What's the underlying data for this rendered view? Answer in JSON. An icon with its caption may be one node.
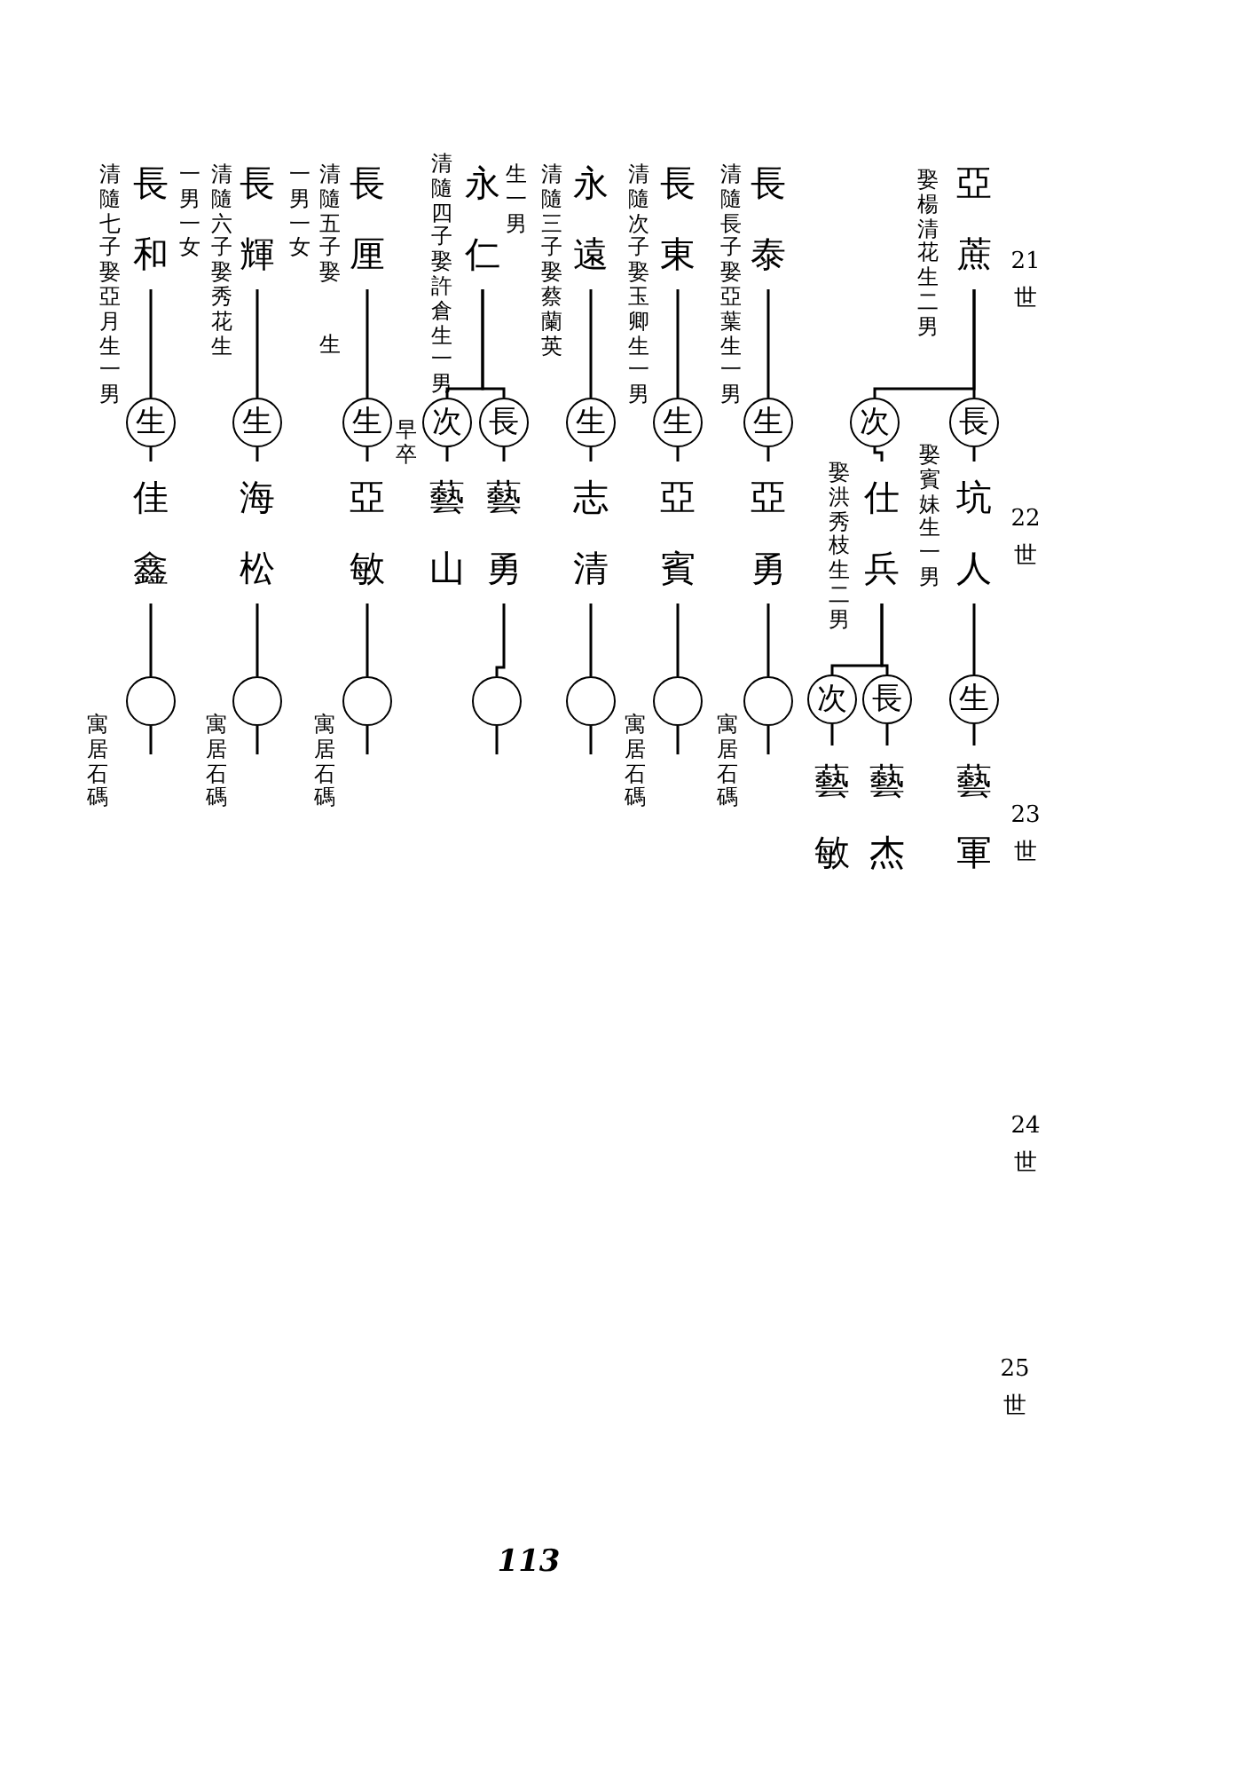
{
  "diagram": {
    "nodes": [
      {
        "text": [
          "亞蔗"
        ],
        "beside": [
          "娶楊清花生二男"
        ]
      },
      {
        "text": [
          "長"
        ]
      },
      {
        "text": [
          "坑人"
        ],
        "beside": [
          "娶賓妹生一男"
        ]
      },
      {
        "text": [
          "生"
        ]
      },
      {
        "text": [
          "藝軍"
        ]
      },
      {
        "text": [
          "次"
        ]
      },
      {
        "text": [
          "仕兵"
        ],
        "beside": [
          "娶洪秀枝生二男"
        ]
      },
      {
        "text": [
          "長"
        ]
      },
      {
        "text": [
          "藝杰"
        ]
      },
      {
        "text": [
          "次"
        ]
      },
      {
        "text": [
          "藝敏"
        ]
      },
      {
        "text": [
          "長泰"
        ],
        "beside": [
          "清隨長子娶亞葉生一男"
        ]
      },
      {
        "text": [
          "生"
        ]
      },
      {
        "text": [
          "亞勇"
        ]
      },
      {
        "text": [],
        "shape": "circle",
        "beside": [
          "寓居石碼"
        ]
      },
      {
        "text": [
          "長東"
        ],
        "beside": [
          "清隨次子娶玉卿生一男"
        ]
      },
      {
        "text": [
          "生"
        ]
      },
      {
        "text": [
          "亞賓"
        ]
      },
      {
        "text": [],
        "shape": "circle",
        "beside": [
          "寓居石碼"
        ]
      },
      {
        "text": [
          "永遠"
        ],
        "beside": [
          "清隨三子娶蔡蘭英",
          "生一男"
        ]
      },
      {
        "text": [
          "生"
        ]
      },
      {
        "text": [
          "志清"
        ]
      },
      {
        "text": [],
        "shape": "circle"
      },
      {
        "text": [
          "永仁"
        ],
        "beside": [
          "清隨四子娶許倉生一男"
        ]
      },
      {
        "text": [
          "長"
        ]
      },
      {
        "text": [
          "藝勇"
        ]
      },
      {
        "text": [],
        "shape": "circle"
      },
      {
        "text": [
          "次"
        ],
        "beside": [
          "早卒"
        ]
      },
      {
        "text": [
          "藝山"
        ]
      },
      {
        "text": [
          "長厘"
        ],
        "beside": [
          "清隨五子娶",
          "生",
          "一男一女"
        ]
      },
      {
        "text": [
          "生"
        ]
      },
      {
        "text": [
          "亞敏"
        ]
      },
      {
        "text": [],
        "shape": "circle",
        "beside": [
          "寓居石碼"
        ]
      },
      {
        "text": [
          "長輝"
        ],
        "beside": [
          "清隨六子娶秀花生",
          "一男一女"
        ]
      },
      {
        "text": [
          "生"
        ]
      },
      {
        "text": [
          "海松"
        ]
      },
      {
        "text": [],
        "shape": "circle",
        "beside": [
          "寓居石碼"
        ]
      },
      {
        "text": [
          "長和"
        ],
        "beside": [
          "清隨七子娶亞月生一男"
        ]
      },
      {
        "text": [
          "生"
        ]
      },
      {
        "text": [
          "佳鑫"
        ]
      },
      {
        "text": [],
        "shape": "circle",
        "beside": [
          "寓居石碼"
        ]
      }
    ],
    "edges": [
      {
        "from": 0,
        "to": 1,
        "arrow": "none"
      },
      {
        "from": 0,
        "to": 5,
        "arrow": "none"
      },
      {
        "from": 1,
        "to": 2,
        "arrow": "none"
      },
      {
        "from": 2,
        "to": 3,
        "arrow": "none"
      },
      {
        "from": 3,
        "to": 4,
        "arrow": "none"
      },
      {
        "from": 5,
        "to": 6,
        "arrow": "none"
      },
      {
        "from": 6,
        "to": 7,
        "arrow": "none"
      },
      {
        "from": 6,
        "to": 9,
        "arrow": "none"
      },
      {
        "from": 7,
        "to": 8,
        "arrow": "none"
      },
      {
        "from": 9,
        "to": 10,
        "arrow": "none"
      },
      {
        "from": 11,
        "to": 12,
        "arrow": "none"
      },
      {
        "from": 12,
        "to": 13,
        "arrow": "none"
      },
      {
        "from": 13,
        "to": 14,
        "arrow": "none"
      },
      {
        "from": 14,
        "to": null,
        "arrow": "none"
      },
      {
        "from": 15,
        "to": 16,
        "arrow": "none"
      },
      {
        "from": 16,
        "to": 17,
        "arrow": "none"
      },
      {
        "from": 17,
        "to": 18,
        "arrow": "none"
      },
      {
        "from": 18,
        "to": null,
        "arrow": "none"
      },
      {
        "from": 19,
        "to": 20,
        "arrow": "none"
      },
      {
        "from": 20,
        "to": 21,
        "arrow": "none"
      },
      {
        "from": 21,
        "to": 26,
        "arrow": "none"
      },
      {
        "from": 26,
        "to": null,
        "arrow": "none"
      },
      {
        "from": 23,
        "to": 24,
        "arrow": "none"
      },
      {
        "from": 23,
        "to": 27,
        "arrow": "none"
      },
      {
        "from": 24,
        "to": 25,
        "arrow": "none"
      },
      {
        "from": 27,
        "to": 28,
        "arrow": "none"
      },
      {
        "from": 25,
        "to": 22,
        "arrow": "none"
      },
      {
        "from": 22,
        "to": null,
        "arrow": "none"
      },
      {
        "from": 29,
        "to": 30,
        "arrow": "none"
      },
      {
        "from": 30,
        "to": 31,
        "arrow": "none"
      },
      {
        "from": 31,
        "to": 32,
        "arrow": "none"
      },
      {
        "from": 32,
        "to": null,
        "arrow": "none"
      },
      {
        "from": 33,
        "to": 34,
        "arrow": "none"
      },
      {
        "from": 34,
        "to": 35,
        "arrow": "none"
      },
      {
        "from": 35,
        "to": 36,
        "arrow": "none"
      },
      {
        "from": 36,
        "to": null,
        "arrow": "none"
      },
      {
        "from": 37,
        "to": 38,
        "arrow": "none"
      },
      {
        "from": 38,
        "to": 39,
        "arrow": "none"
      },
      {
        "from": 39,
        "to": 40,
        "arrow": "none"
      },
      {
        "from": 40,
        "to": null,
        "arrow": "none"
      }
    ],
    "labels": [
      "21世",
      "22世",
      "23世",
      "24世",
      "25世",
      "113"
    ]
  }
}
